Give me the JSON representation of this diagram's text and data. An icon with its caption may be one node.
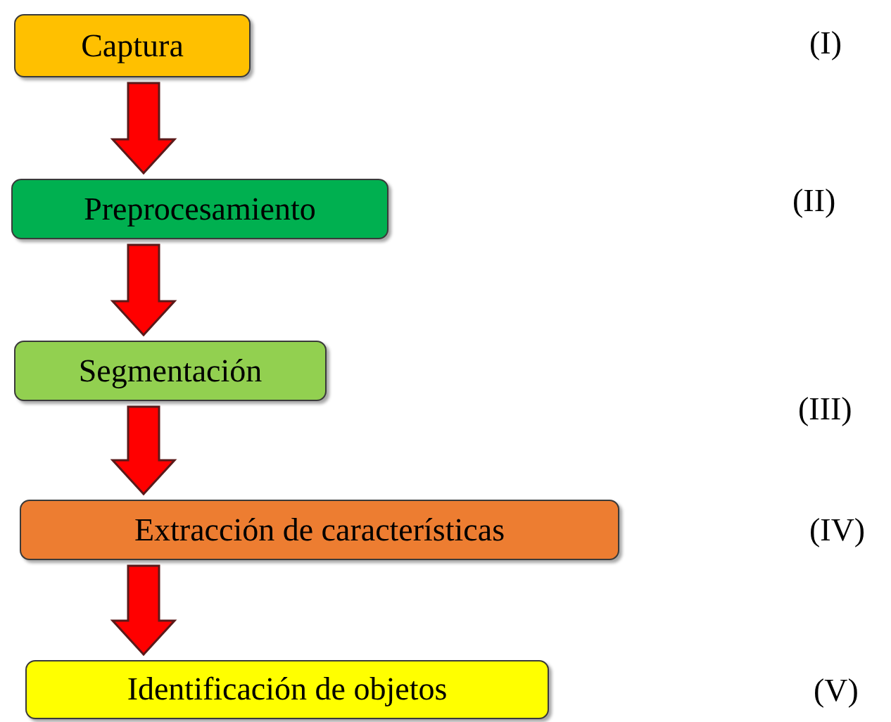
{
  "diagram": {
    "nodes": [
      {
        "text": [
          "Captura"
        ]
      },
      {
        "text": [
          "Preprocesamiento"
        ]
      },
      {
        "text": [
          "Segmentación"
        ]
      },
      {
        "text": [
          "Extracción de características"
        ]
      },
      {
        "text": [
          "Identificación de objetos"
        ]
      }
    ],
    "edges": [
      {
        "from": 0,
        "to": 1,
        "arrow": "to"
      },
      {
        "from": 1,
        "to": 2,
        "arrow": "to"
      },
      {
        "from": 2,
        "to": 3,
        "arrow": "to"
      },
      {
        "from": 3,
        "to": 4,
        "arrow": "to"
      }
    ],
    "labels": [
      "(I)",
      "(II)",
      "(III)",
      "(IV)",
      "(V)"
    ]
  }
}
